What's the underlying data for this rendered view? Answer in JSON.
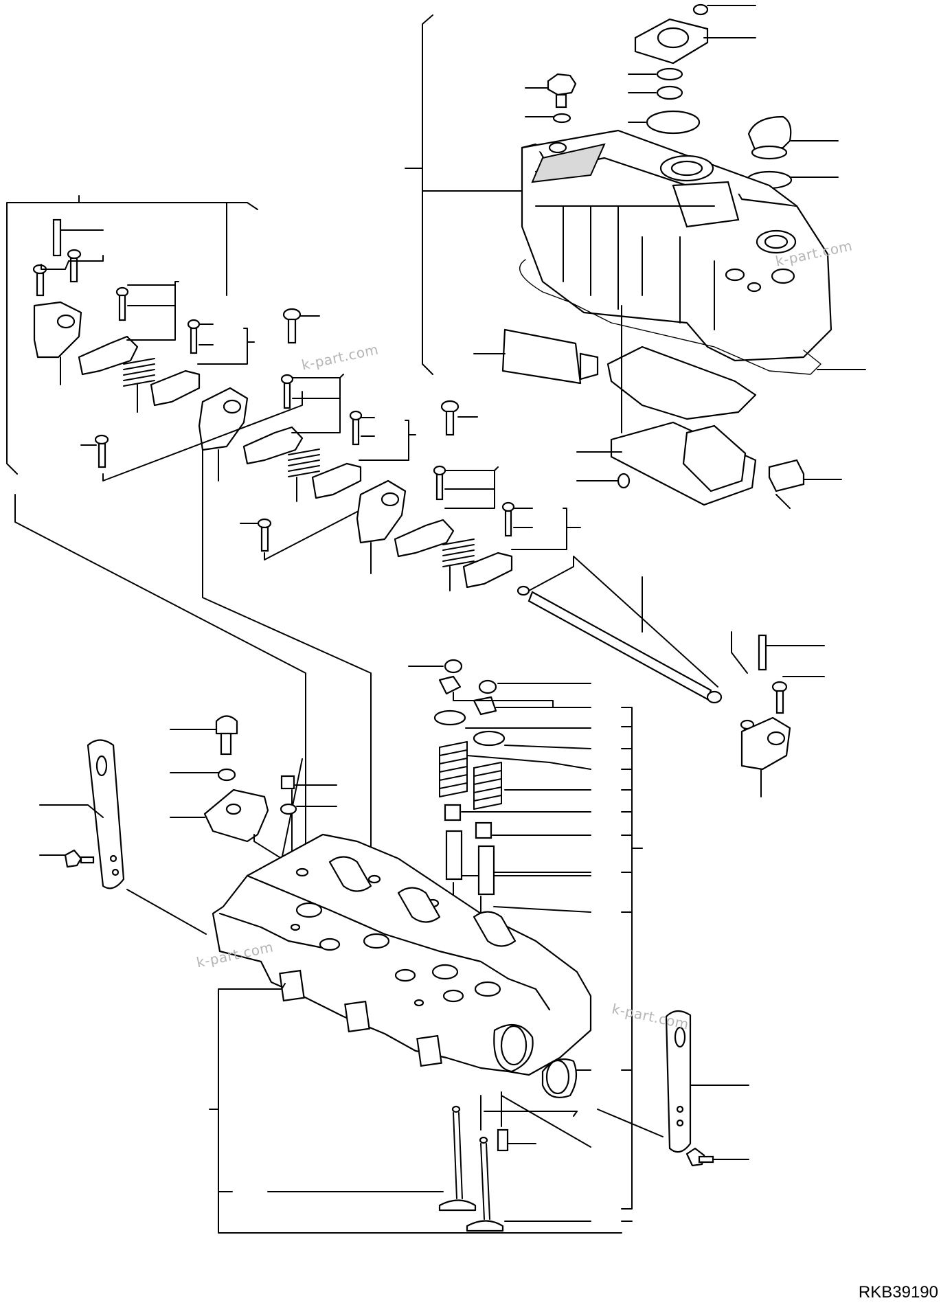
{
  "watermarks": [
    {
      "id": "wm1",
      "text": "k-part.com"
    },
    {
      "id": "wm2",
      "text": "k-part.com"
    },
    {
      "id": "wm3",
      "text": "k-part.com"
    },
    {
      "id": "wm4",
      "text": "k-part.com"
    }
  ],
  "drawing_code": "RKB39190",
  "colors": {
    "line": "#000000",
    "watermark": "#b5b5b5",
    "background": "#ffffff"
  }
}
